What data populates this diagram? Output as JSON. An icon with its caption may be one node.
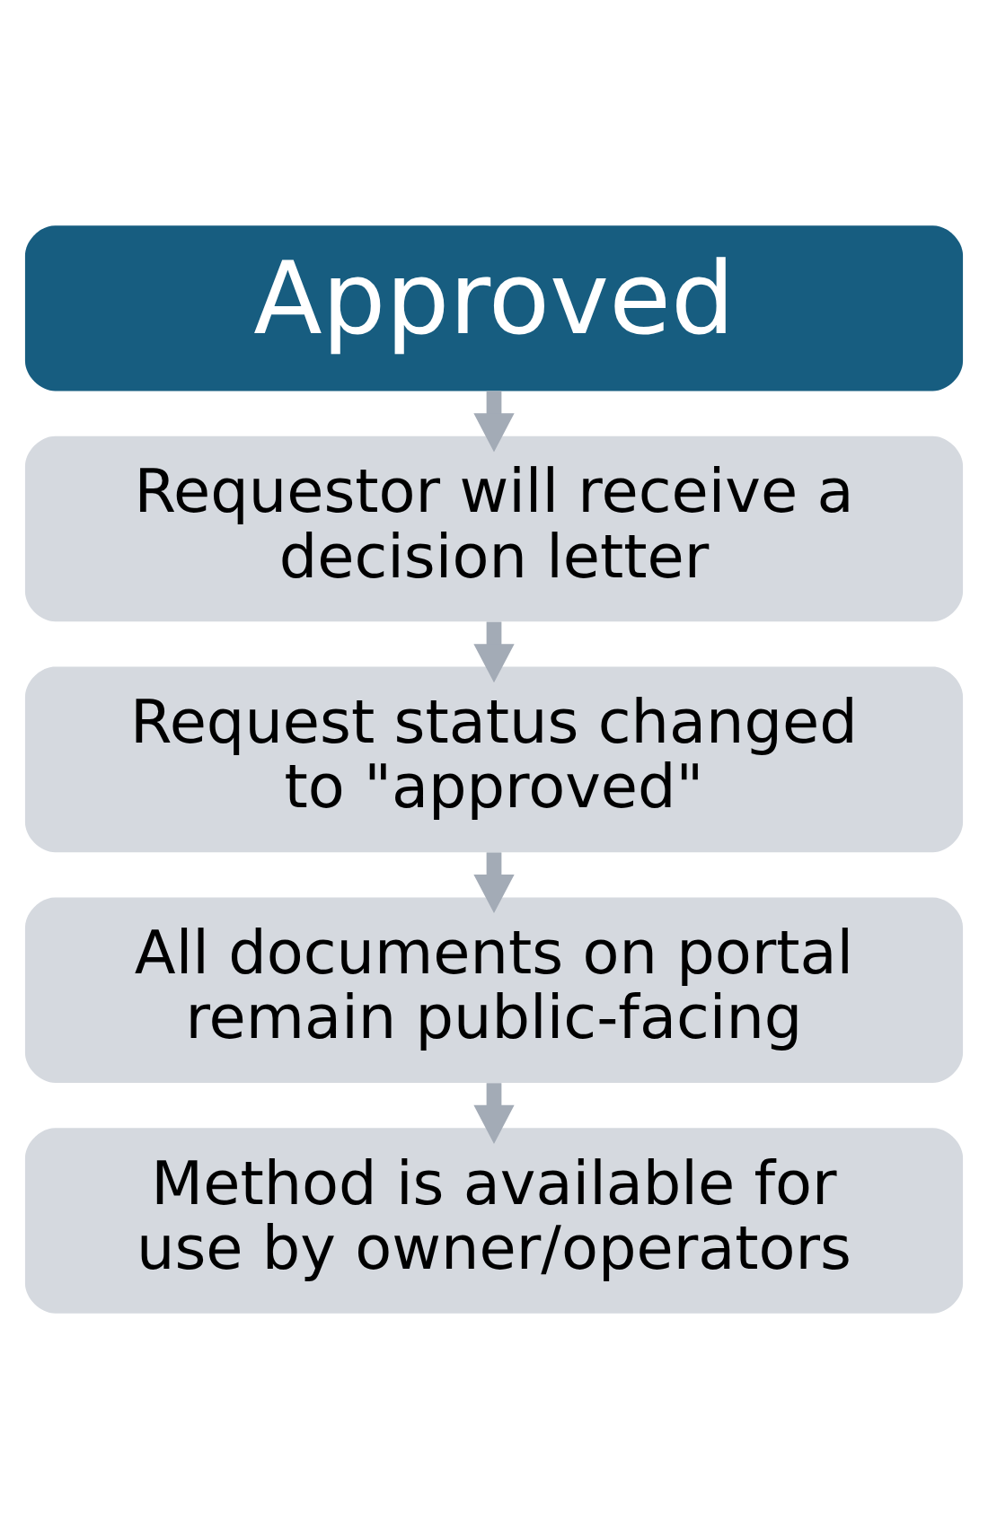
{
  "diagram": {
    "nodes": [
      {
        "text": [
          "Approved"
        ]
      },
      {
        "text": [
          "Requestor will receive a decision letter"
        ]
      },
      {
        "text": [
          "Request status changed to \"approved\""
        ]
      },
      {
        "text": [
          "All documents on portal remain public-facing"
        ]
      },
      {
        "text": [
          "Method is available for use by owner/operators"
        ]
      }
    ],
    "edges": [
      {
        "from": 0,
        "to": 1,
        "arrow": "to"
      },
      {
        "from": 1,
        "to": 2,
        "arrow": "to"
      },
      {
        "from": 2,
        "to": 3,
        "arrow": "to"
      },
      {
        "from": 3,
        "to": 4,
        "arrow": "to"
      }
    ]
  }
}
